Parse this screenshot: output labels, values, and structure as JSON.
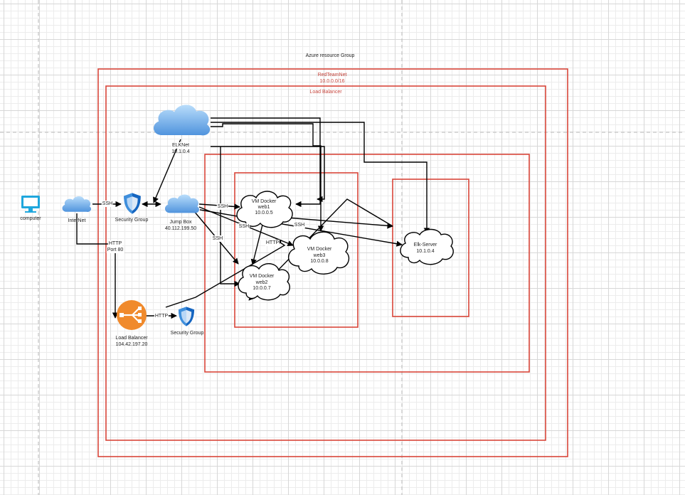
{
  "groups": {
    "azure_rg": "Azure resource Group",
    "redteamnet_name": "RedTeamNet",
    "redteamnet_cidr": "10.0.0.0/16",
    "load_balancer": "Load Balancer"
  },
  "nodes": {
    "computer": "computer",
    "internet": "InterNet",
    "security_group_top": "Security Group",
    "elknet_name": "ELKNet",
    "elknet_ip": "10.1.0.4",
    "jumpbox_name": "Jump Box",
    "jumpbox_ip": "40.112.199.50",
    "web1": [
      "VM Docker",
      "web1",
      "10.0.0.5"
    ],
    "web3": [
      "VM Docker",
      "web3",
      "10.0.0.8"
    ],
    "web2": [
      "VM Docker",
      "web2",
      "10.0.0.7"
    ],
    "elk_name": "Elk-Server",
    "elk_ip": "10.1.0.4",
    "lb_name": "Load Balancer",
    "lb_ip": "104.42.197.20",
    "security_group_bottom": "Security Group"
  },
  "edges": {
    "ssh": "SSH",
    "http": "HTTP",
    "http_port_line1": "HTTP",
    "http_port_line2": "Port 80"
  },
  "colors": {
    "container_red": "#d9463a",
    "computer_blue": "#1fa7dd",
    "cloud_blue": "#4f93dd",
    "shield_blue": "#1565c0",
    "lb_orange": "#f08a2c"
  }
}
